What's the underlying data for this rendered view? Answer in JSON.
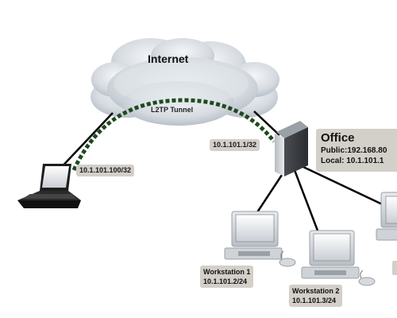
{
  "cloud": {
    "label": "Internet"
  },
  "tunnel": {
    "label": "L2TP Tunnel"
  },
  "laptop": {
    "ip": "10.1.101.100/32"
  },
  "router_tunnel_ip": "10.1.101.1/32",
  "office": {
    "title": "Office",
    "public": "Public:192.168.80",
    "local": "Local: 10.1.101.1"
  },
  "workstations": [
    {
      "name": "Workstation 1",
      "ip": "10.1.101.2/24"
    },
    {
      "name": "Workstation 2",
      "ip": "10.1.101.3/24"
    }
  ],
  "colors": {
    "tunnel": "#1f4a1f",
    "label_bg": "#d3cfc9",
    "cloud": "#d9dde3"
  }
}
